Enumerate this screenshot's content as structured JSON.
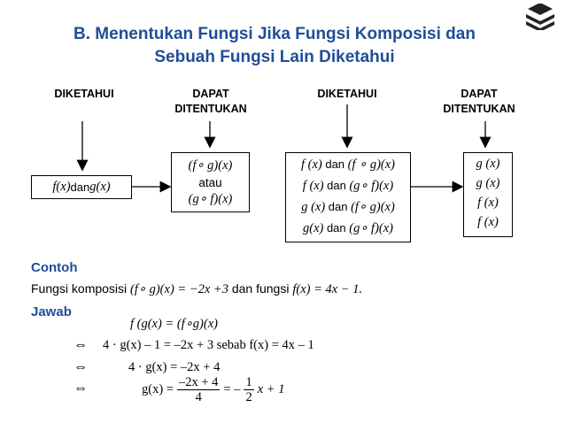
{
  "title": {
    "line1": "B. Menentukan Fungsi Jika Fungsi Komposisi dan",
    "line2": "Sebuah Fungsi Lain Diketahui"
  },
  "headers": {
    "diketahui_left": "DIKETAHUI",
    "dapat_left_1": "DAPAT",
    "dapat_left_2": "DITENTUKAN",
    "diketahui_right": "DIKETAHUI",
    "dapat_right_1": "DAPAT",
    "dapat_right_2": "DITENTUKAN"
  },
  "boxes": {
    "known_left": [
      "f(x)",
      " dan ",
      "g(x)"
    ],
    "result_left": [
      "(f∘ g)(x)",
      "atau",
      "(g∘ f)(x)"
    ],
    "known_right": [
      [
        "f (x)",
        " dan ",
        "(f ∘ g)(x)"
      ],
      [
        "f (x)",
        " dan ",
        "(g∘ f)(x)"
      ],
      [
        "g (x)",
        " dan ",
        "(f∘ g)(x)"
      ],
      [
        "g(x)",
        " dan ",
        "(g∘ f)(x)"
      ]
    ],
    "result_right": [
      "g (x)",
      "g (x)",
      "f (x)",
      "f (x)"
    ]
  },
  "contoh": {
    "heading": "Contoh",
    "text_prefix": "Fungsi  komposisi ",
    "expr1": "(f∘ g)(x) = −2x +3",
    "text_mid": " dan fungsi ",
    "expr2": "f(x) = 4x − 1."
  },
  "jawab": {
    "heading": "Jawab",
    "step0": "f (g(x) = (f∘g)(x)",
    "step1": "4 · g(x) – 1  = –2x + 3 sebab f(x) = 4x – 1",
    "step2": "4 · g(x) = –2x + 4",
    "step3_lhs": "g(x) =",
    "step3_num": "–2x + 4",
    "step3_den": "4",
    "step3_eq": "= –",
    "step3_num2": "1",
    "step3_den2": "2",
    "step3_rest": "x + 1",
    "equiv": "⇔"
  },
  "logo_icon": "book-stack-icon"
}
